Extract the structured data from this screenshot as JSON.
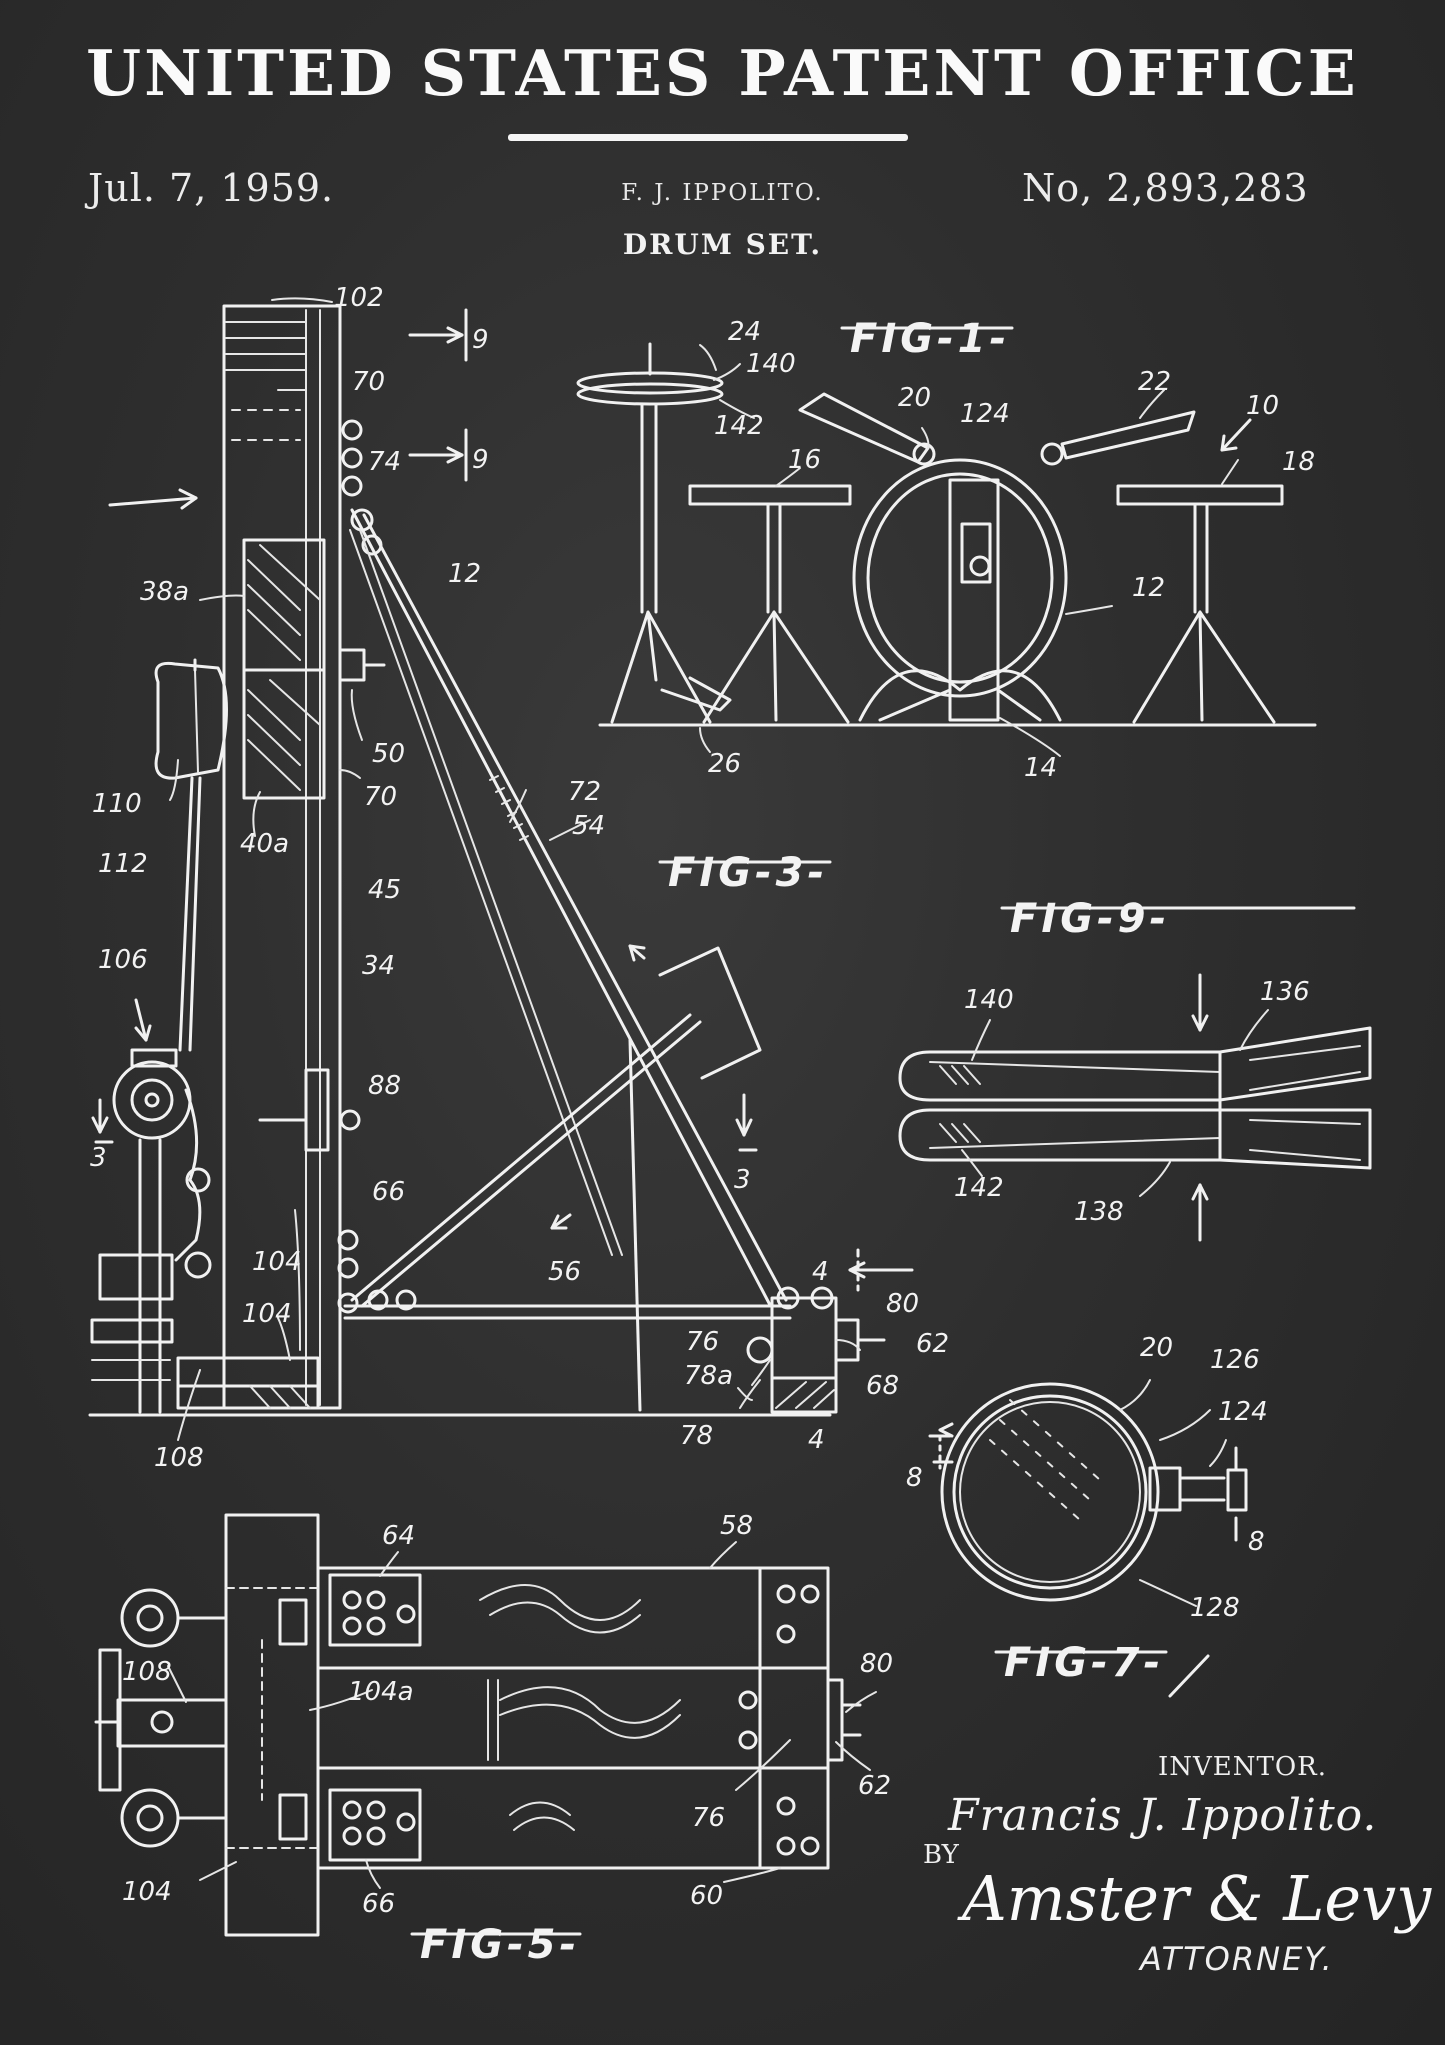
{
  "header": {
    "office": "UNITED STATES PATENT OFFICE",
    "date": "Jul. 7, 1959.",
    "inventor": "F. J. IPPOLITO.",
    "patent_number": "No, 2,893,283",
    "subject": "DRUM SET."
  },
  "figures": {
    "fig1": "FIG-1-",
    "fig3": "FIG-3-",
    "fig9": "FIG-9-",
    "fig7": "FIG-7-",
    "fig5": "FIG-5-"
  },
  "refs": {
    "r102": "102",
    "r9a": "9",
    "r70a": "70",
    "r74": "74",
    "r9b": "9",
    "r38a": "38a",
    "r12a": "12",
    "r50": "50",
    "r70b": "70",
    "r110": "110",
    "r40a": "40a",
    "r72": "72",
    "r54": "54",
    "r112": "112",
    "r45": "45",
    "r34": "34",
    "r106": "106",
    "r88": "88",
    "r3a": "3",
    "r3b": "3",
    "r66a": "66",
    "r104a": "104",
    "r104b": "104",
    "r56": "56",
    "r4a": "4",
    "r80a": "80",
    "r76a": "76",
    "r62a": "62",
    "r78a": "78a",
    "r68": "68",
    "r108a": "108",
    "r78": "78",
    "r4b": "4",
    "r24": "24",
    "r140a": "140",
    "r142a": "142",
    "r20a": "20",
    "r124a": "124",
    "r22": "22",
    "r10": "10",
    "r16": "16",
    "r18": "18",
    "r12b": "12",
    "r26": "26",
    "r14": "14",
    "r140b": "140",
    "r136": "136",
    "r142b": "142",
    "r138": "138",
    "r20b": "20",
    "r126": "126",
    "r124b": "124",
    "r8a": "8",
    "r8b": "8",
    "r128": "128",
    "r64": "64",
    "r58": "58",
    "r108b": "108",
    "r104c": "104a",
    "r80b": "80",
    "r62b": "62",
    "r76b": "76",
    "r104d": "104",
    "r66b": "66",
    "r60": "60"
  },
  "signature": {
    "inventor_label": "INVENTOR.",
    "inventor_name": "Francis J. Ippolito.",
    "by": "BY",
    "attorney_name": "Amster & Levy",
    "attorney_label": "ATTORNEY."
  },
  "colors": {
    "background": "#2e2e2e",
    "ink": "#f1f1f1"
  }
}
